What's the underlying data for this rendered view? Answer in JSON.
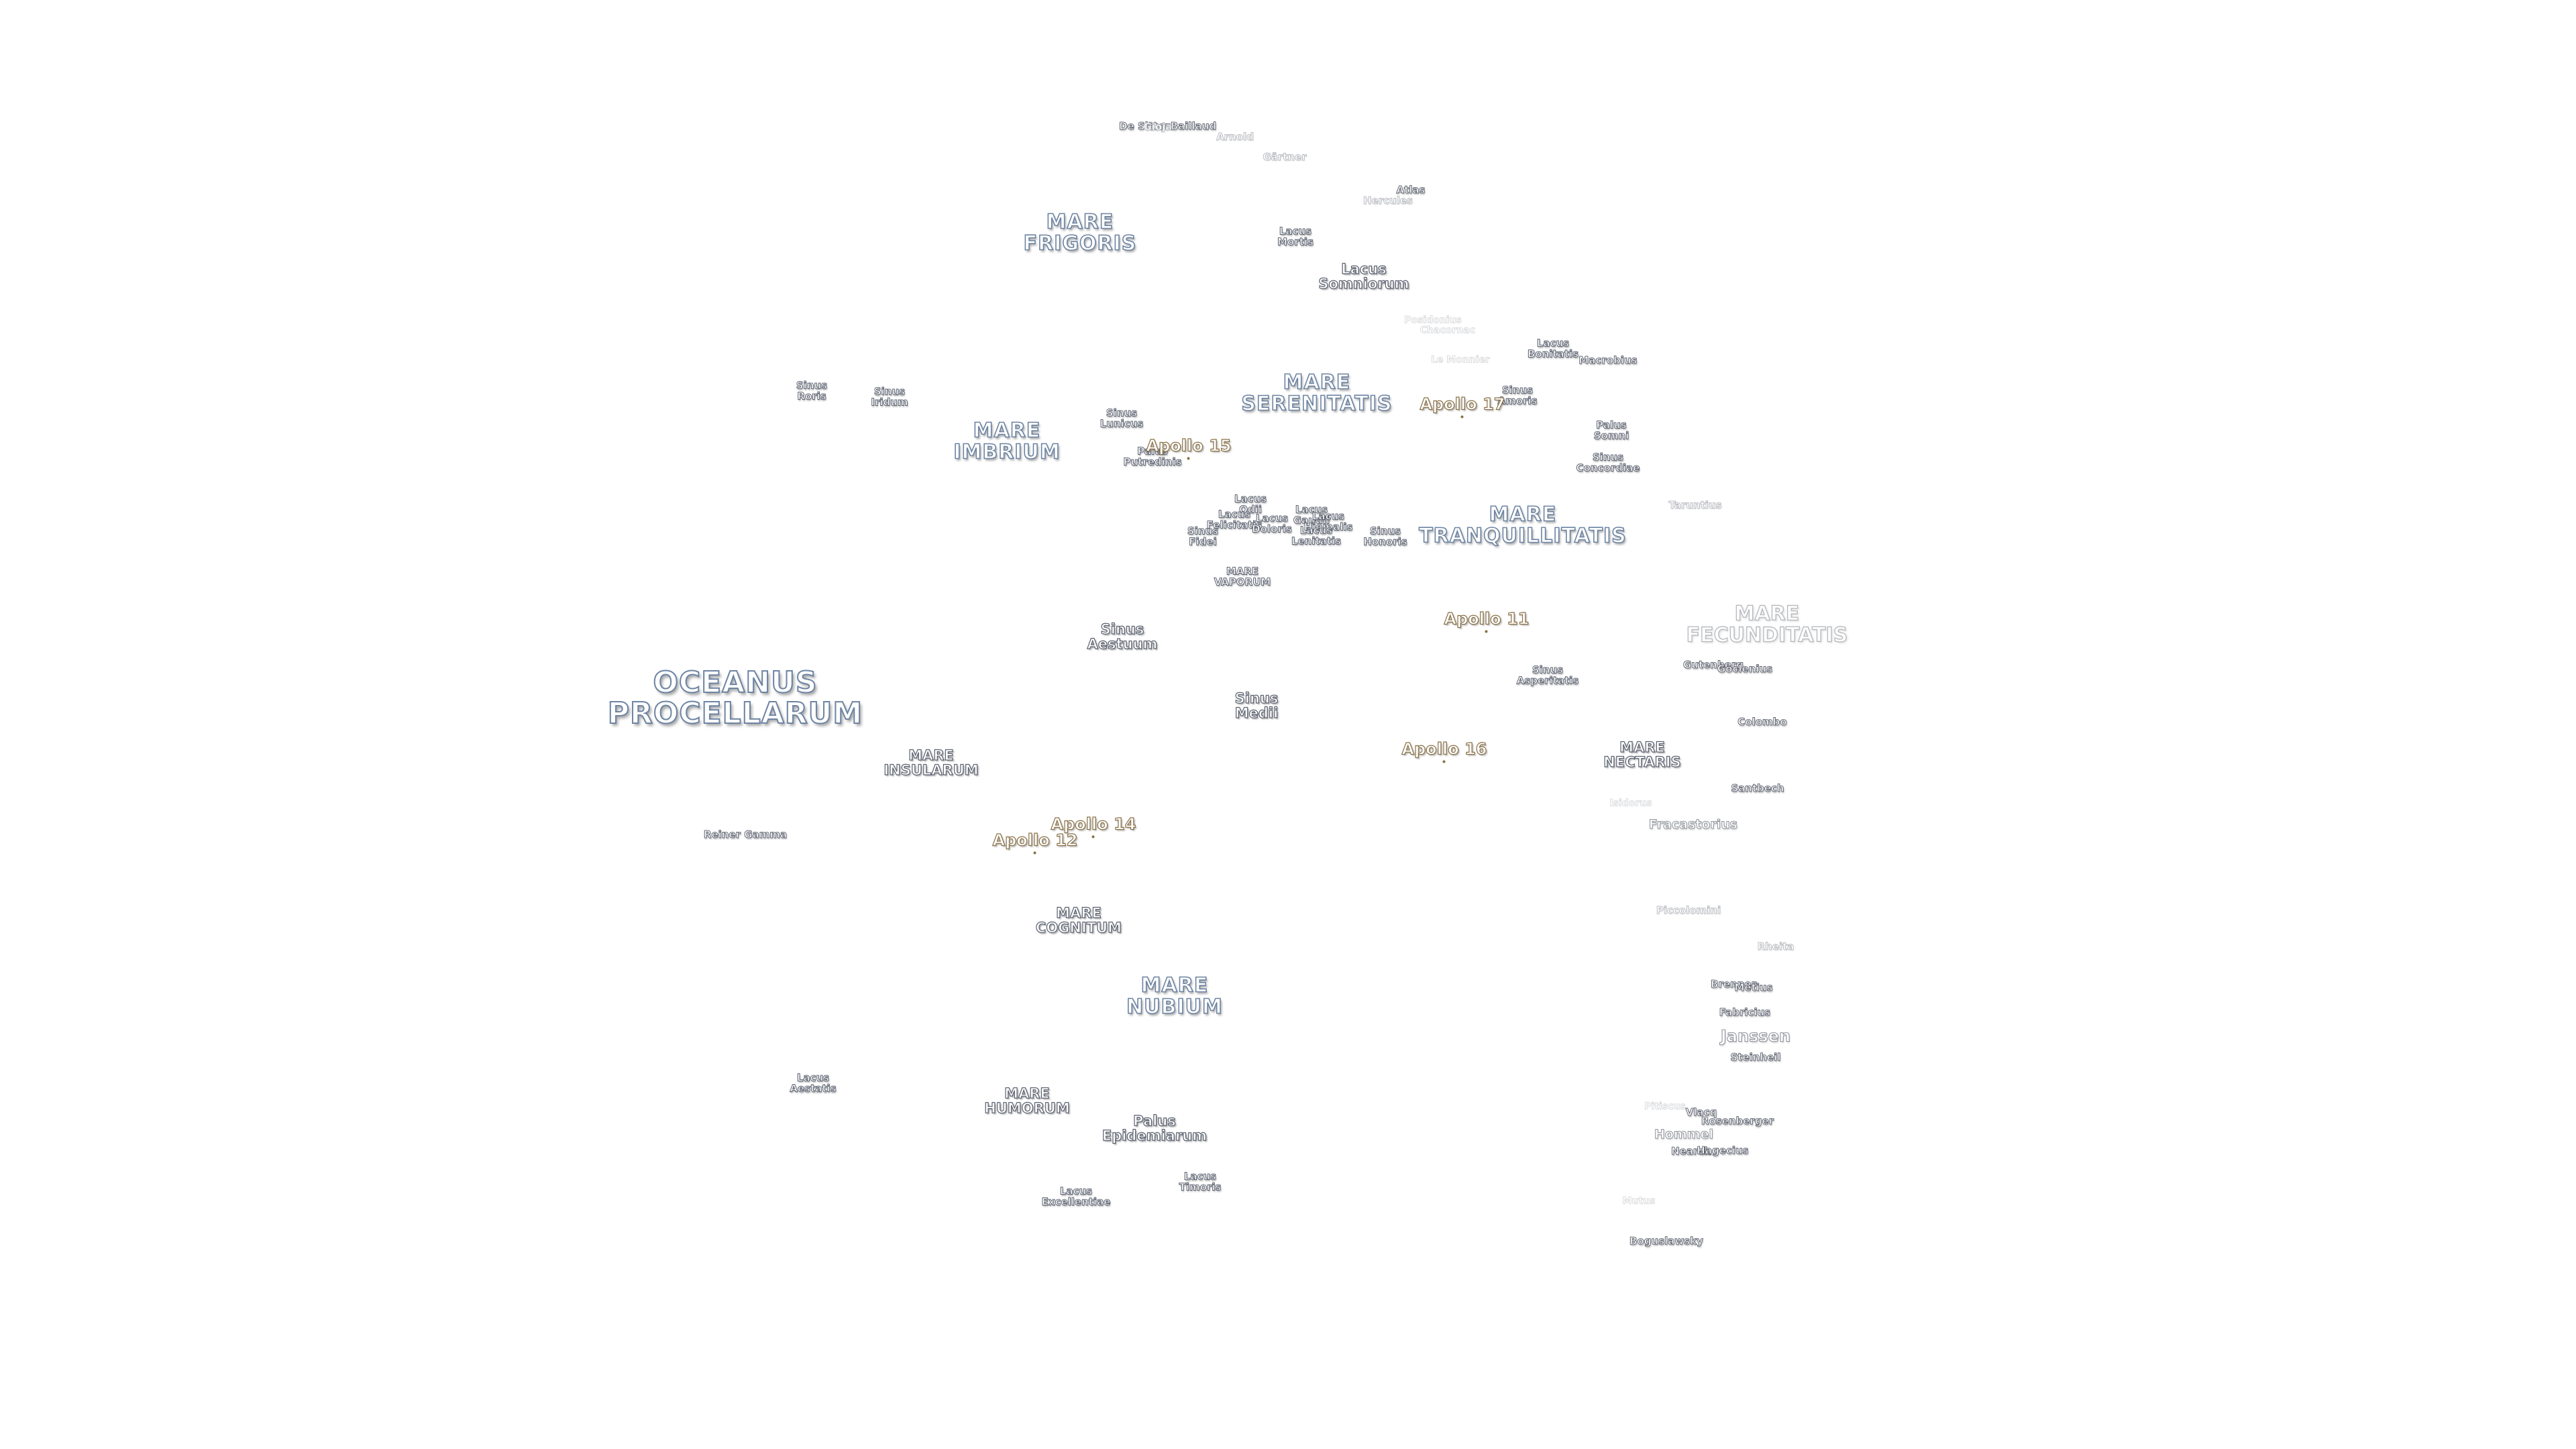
{
  "labels": [
    {
      "t": "MARE\nFRIGORIS",
      "c": "sea"
    },
    {
      "t": "MARE\nIMBRIUM",
      "c": "sea"
    },
    {
      "t": "MARE\nSERENITATIS",
      "c": "sea"
    },
    {
      "t": "MARE\nTRANQUILLITATIS",
      "c": "sea"
    },
    {
      "t": "MARE\nFECUNDITATIS",
      "c": "sea-faint"
    },
    {
      "t": "OCEANUS\nPROCELLARUM",
      "c": "sea-big"
    },
    {
      "t": "MARE\nINSULARUM",
      "c": "feat"
    },
    {
      "t": "MARE\nVAPORUM",
      "c": "feat-sm"
    },
    {
      "t": "MARE\nNECTARIS",
      "c": "feat"
    },
    {
      "t": "MARE\nCOGNITUM",
      "c": "feat"
    },
    {
      "t": "MARE\nNUBIUM",
      "c": "sea"
    },
    {
      "t": "MARE\nHUMORUM",
      "c": "feat"
    },
    {
      "t": "Lacus\nSomniorum",
      "c": "feat"
    },
    {
      "t": "Lacus\nMortis",
      "c": "feat-sm"
    },
    {
      "t": "Sinus\nRoris",
      "c": "feat-sm"
    },
    {
      "t": "Sinus\nIridum",
      "c": "feat-sm"
    },
    {
      "t": "Sinus\nLunicus",
      "c": "feat-sm"
    },
    {
      "t": "Palus\nPutredinis",
      "c": "feat-sm"
    },
    {
      "t": "Sinus\nAestuum",
      "c": "feat"
    },
    {
      "t": "Sinus\nMedii",
      "c": "feat"
    },
    {
      "t": "Sinus\nAmoris",
      "c": "feat-sm"
    },
    {
      "t": "Palus\nSomni",
      "c": "feat-sm"
    },
    {
      "t": "Sinus\nConcordiae",
      "c": "feat-sm"
    },
    {
      "t": "Lacus\nBonitatis",
      "c": "feat-sm"
    },
    {
      "t": "Lacus\nOdii",
      "c": "feat-sm"
    },
    {
      "t": "Lacus\nFelicitatis",
      "c": "feat-sm"
    },
    {
      "t": "Lacus\nDoloris",
      "c": "feat-sm"
    },
    {
      "t": "Sinus\nFidei",
      "c": "feat-sm"
    },
    {
      "t": "Lacus\nGaudii",
      "c": "feat-sm"
    },
    {
      "t": "Lacus\nHiemalis",
      "c": "feat-sm"
    },
    {
      "t": "Lacus\nLenitatis",
      "c": "feat-sm"
    },
    {
      "t": "Sinus\nHonoris",
      "c": "feat-sm"
    },
    {
      "t": "Sinus\nAsperitatis",
      "c": "feat-sm"
    },
    {
      "t": "Lacus\nAestatis",
      "c": "feat-sm"
    },
    {
      "t": "Palus\nEpidemiarum",
      "c": "feat"
    },
    {
      "t": "Lacus\nTimoris",
      "c": "feat-sm"
    },
    {
      "t": "Lacus\nExcellentiae",
      "c": "feat-sm"
    },
    {
      "t": "Reiner Gamma",
      "c": "crater"
    },
    {
      "t": "De Sitter",
      "c": "crater"
    },
    {
      "t": "Gioja",
      "c": "crater-faint"
    },
    {
      "t": "Baillaud",
      "c": "crater"
    },
    {
      "t": "Arnold",
      "c": "crater-faint"
    },
    {
      "t": "Gärtner",
      "c": "crater-faint"
    },
    {
      "t": "Atlas",
      "c": "crater"
    },
    {
      "t": "Hercules",
      "c": "crater-faint"
    },
    {
      "t": "Posidonius",
      "c": "crater-ghost"
    },
    {
      "t": "Chacornac",
      "c": "crater-ghost"
    },
    {
      "t": "Le Monnier",
      "c": "crater-ghost"
    },
    {
      "t": "Macrobius",
      "c": "crater"
    },
    {
      "t": "Taruntius",
      "c": "crater-faint"
    },
    {
      "t": "Gutenberg",
      "c": "crater"
    },
    {
      "t": "Goclenius",
      "c": "crater"
    },
    {
      "t": "Colombo",
      "c": "crater"
    },
    {
      "t": "Santbech",
      "c": "crater"
    },
    {
      "t": "Isidorus",
      "c": "crater-ghost"
    },
    {
      "t": "Fracastorius",
      "c": "crater-mid"
    },
    {
      "t": "Piccolomini",
      "c": "crater-faint"
    },
    {
      "t": "Rheita",
      "c": "crater-faint"
    },
    {
      "t": "Brenner",
      "c": "crater"
    },
    {
      "t": "Metius",
      "c": "crater"
    },
    {
      "t": "Fabricius",
      "c": "crater"
    },
    {
      "t": "Janssen",
      "c": "crater-big"
    },
    {
      "t": "Steinheil",
      "c": "crater"
    },
    {
      "t": "Pitiscus",
      "c": "crater-ghost"
    },
    {
      "t": "Vlacq",
      "c": "crater"
    },
    {
      "t": "Rosenberger",
      "c": "crater"
    },
    {
      "t": "Hommel",
      "c": "crater-mid"
    },
    {
      "t": "Nearch",
      "c": "crater"
    },
    {
      "t": "Hagecius",
      "c": "crater"
    },
    {
      "t": "Mutus",
      "c": "crater-ghost"
    },
    {
      "t": "Boguslawsky",
      "c": "crater"
    },
    {
      "t": "Apollo 17",
      "c": "apollo"
    },
    {
      "t": "Apollo 15",
      "c": "apollo"
    },
    {
      "t": "Apollo 11",
      "c": "apollo"
    },
    {
      "t": "Apollo 16",
      "c": "apollo"
    },
    {
      "t": "Apollo 14",
      "c": "apollo"
    },
    {
      "t": "Apollo 12",
      "c": "apollo"
    }
  ]
}
